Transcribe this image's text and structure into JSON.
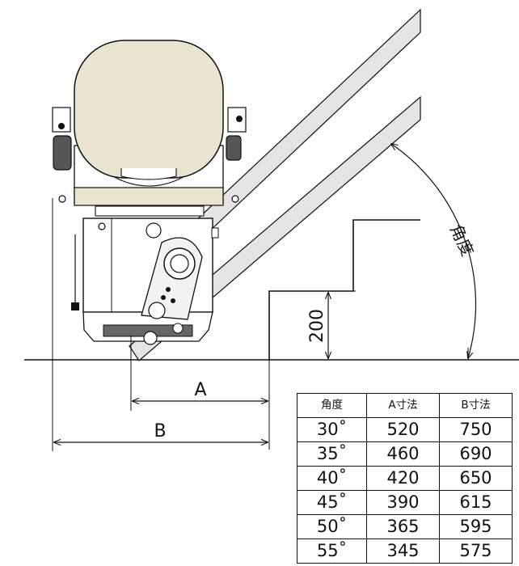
{
  "diagram": {
    "angle_label": "角度",
    "height_label": "200",
    "dim_a_label": "A",
    "dim_b_label": "B"
  },
  "table": {
    "headers": [
      "角度",
      "A寸法",
      "B寸法"
    ],
    "rows": [
      [
        "30˚",
        "520",
        "750"
      ],
      [
        "35˚",
        "460",
        "690"
      ],
      [
        "40˚",
        "420",
        "650"
      ],
      [
        "45˚",
        "390",
        "615"
      ],
      [
        "50˚",
        "365",
        "595"
      ],
      [
        "55˚",
        "345",
        "575"
      ]
    ]
  }
}
